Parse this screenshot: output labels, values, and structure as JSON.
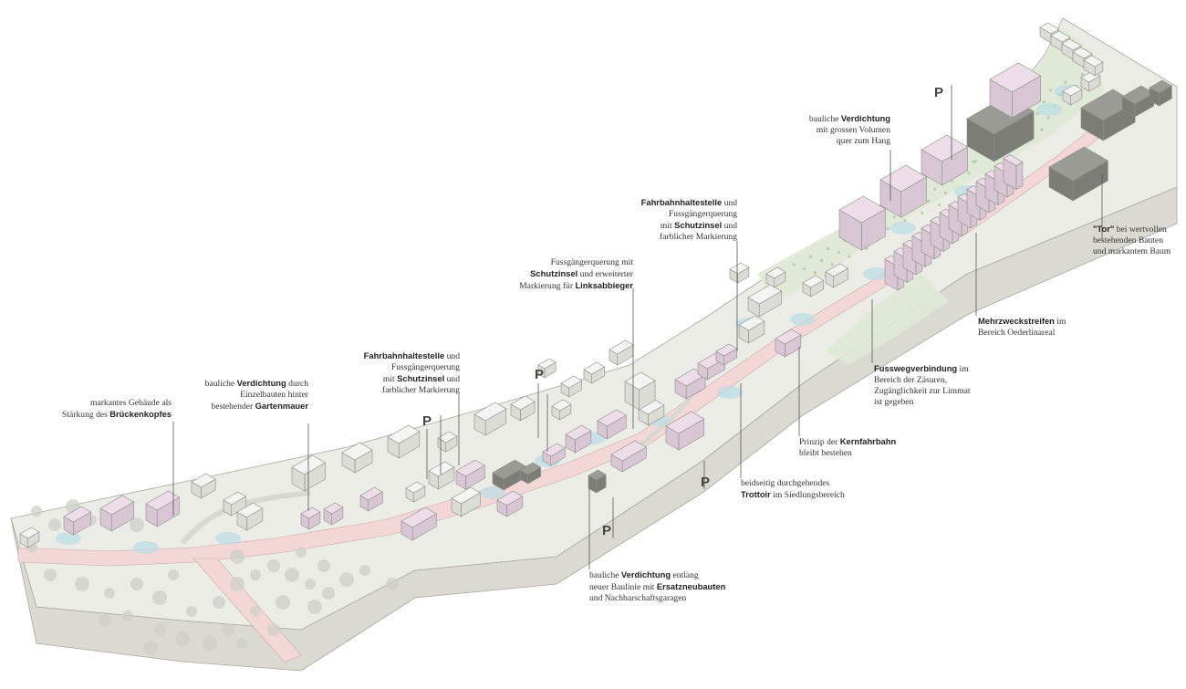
{
  "annotations": {
    "brueckenkopf": {
      "before": "markantes Gebäude als\nStärkung des ",
      "bold": "Brückenkopfes",
      "after": ""
    },
    "gartenmauer": {
      "before": "bauliche ",
      "bold": "Verdichtung",
      "after": " durch\nEinzelbauten hinter\nbestehender ",
      "bold2": "Gartenmauer"
    },
    "haltestelle_west": {
      "line1": "Fahrbahnhaltestelle",
      "line1_after": " und",
      "line2": "Fussgängerquerung",
      "line3_before": "mit ",
      "line3_bold": "Schutzinsel",
      "line3_after": " und",
      "line4": "farblicher Markierung"
    },
    "linksabbieger": {
      "line1": "Fussgängerquerung mit",
      "line2_bold": "Schutzinsel",
      "line2_after": " und erweiterter",
      "line3_before": "Markierung für ",
      "line3_bold": "Linksabbieger"
    },
    "haltestelle_ost": {
      "line1": "Fahrbahnhaltestelle",
      "line1_after": " und",
      "line2": "Fussgängerquerung",
      "line3_before": "mit ",
      "line3_bold": "Schutzinsel",
      "line3_after": " und",
      "line4": "farblicher Markierung"
    },
    "volumen": {
      "line1_before": "bauliche ",
      "line1_bold": "Verdichtung",
      "line2": "mit grossen Volumen",
      "line3": "quer zum Hang"
    },
    "tor": {
      "line1_bold": "\"Tor\"",
      "line1_after": " bei wertvollen",
      "line2": "bestehenden Bauten",
      "line3": "und markantem Baum"
    },
    "mehrzweck": {
      "line1_bold": "Mehrzweckstreifen",
      "line1_after": " im",
      "line2": "Bereich Oederlinareal"
    },
    "fussweg": {
      "line1_bold": "Fusswegverbindung",
      "line1_after": " im",
      "line2": "Bereich der Zäsuren,",
      "line3": "Zugänglichkeit zur Limmat",
      "line4": "ist gegeben"
    },
    "kernfahrbahn": {
      "line1_before": "Prinzip der ",
      "line1_bold": "Kernfahrbahn",
      "line2": "bleibt bestehen"
    },
    "trottoir": {
      "line1": "beidseitig durchgehendes",
      "line2_bold": "Trottoir",
      "line2_after": " im Siedlungsbereich"
    },
    "ersatzneubauten": {
      "line1_before": "bauliche ",
      "line1_bold": "Verdichtung",
      "line1_after": " entlang",
      "line2_before": "neuer Baulinie mit ",
      "line2_bold": "Ersatzneubauten",
      "line3": "und Nachbarschaftsgaragen"
    }
  },
  "parking_label": "P",
  "colors": {
    "ground": "#ecece6",
    "side": "#d9d9d2",
    "road": "#f3d7d7",
    "highlight_building": "#ecdde8",
    "existing_building": "#f4f4f2",
    "dark_building": "#9b9b96",
    "water_accent": "#b9dde4",
    "green_field": "#dfe8d6",
    "tree": "#cfcfc8"
  }
}
